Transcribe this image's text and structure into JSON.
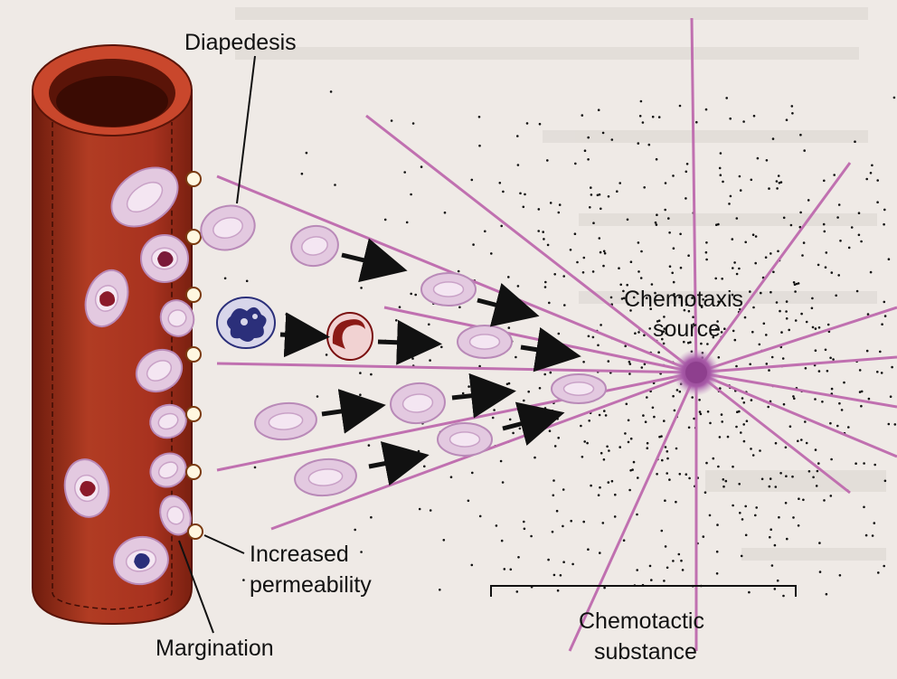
{
  "labels": {
    "diapedesis": "Diapedesis",
    "chemotaxis_source_line1": "Chemotaxis",
    "chemotaxis_source_line2": "source",
    "increased_permeability_line1": "Increased",
    "increased_permeability_line2": "permeability",
    "margination": "Margination",
    "chemotactic_substance_line1": "Chemotactic",
    "chemotactic_substance_line2": "substance"
  },
  "colors": {
    "page": "#efeae6",
    "vessel": "#a8321f",
    "vessel_inner": "#5a1408",
    "ray": "#c070b0",
    "source": "#9a4a9a",
    "cell_fill": "#e3c9e0",
    "cell_edge": "#b98ab8",
    "neutrophil": "#2b2f7a",
    "arrow": "#111111"
  }
}
